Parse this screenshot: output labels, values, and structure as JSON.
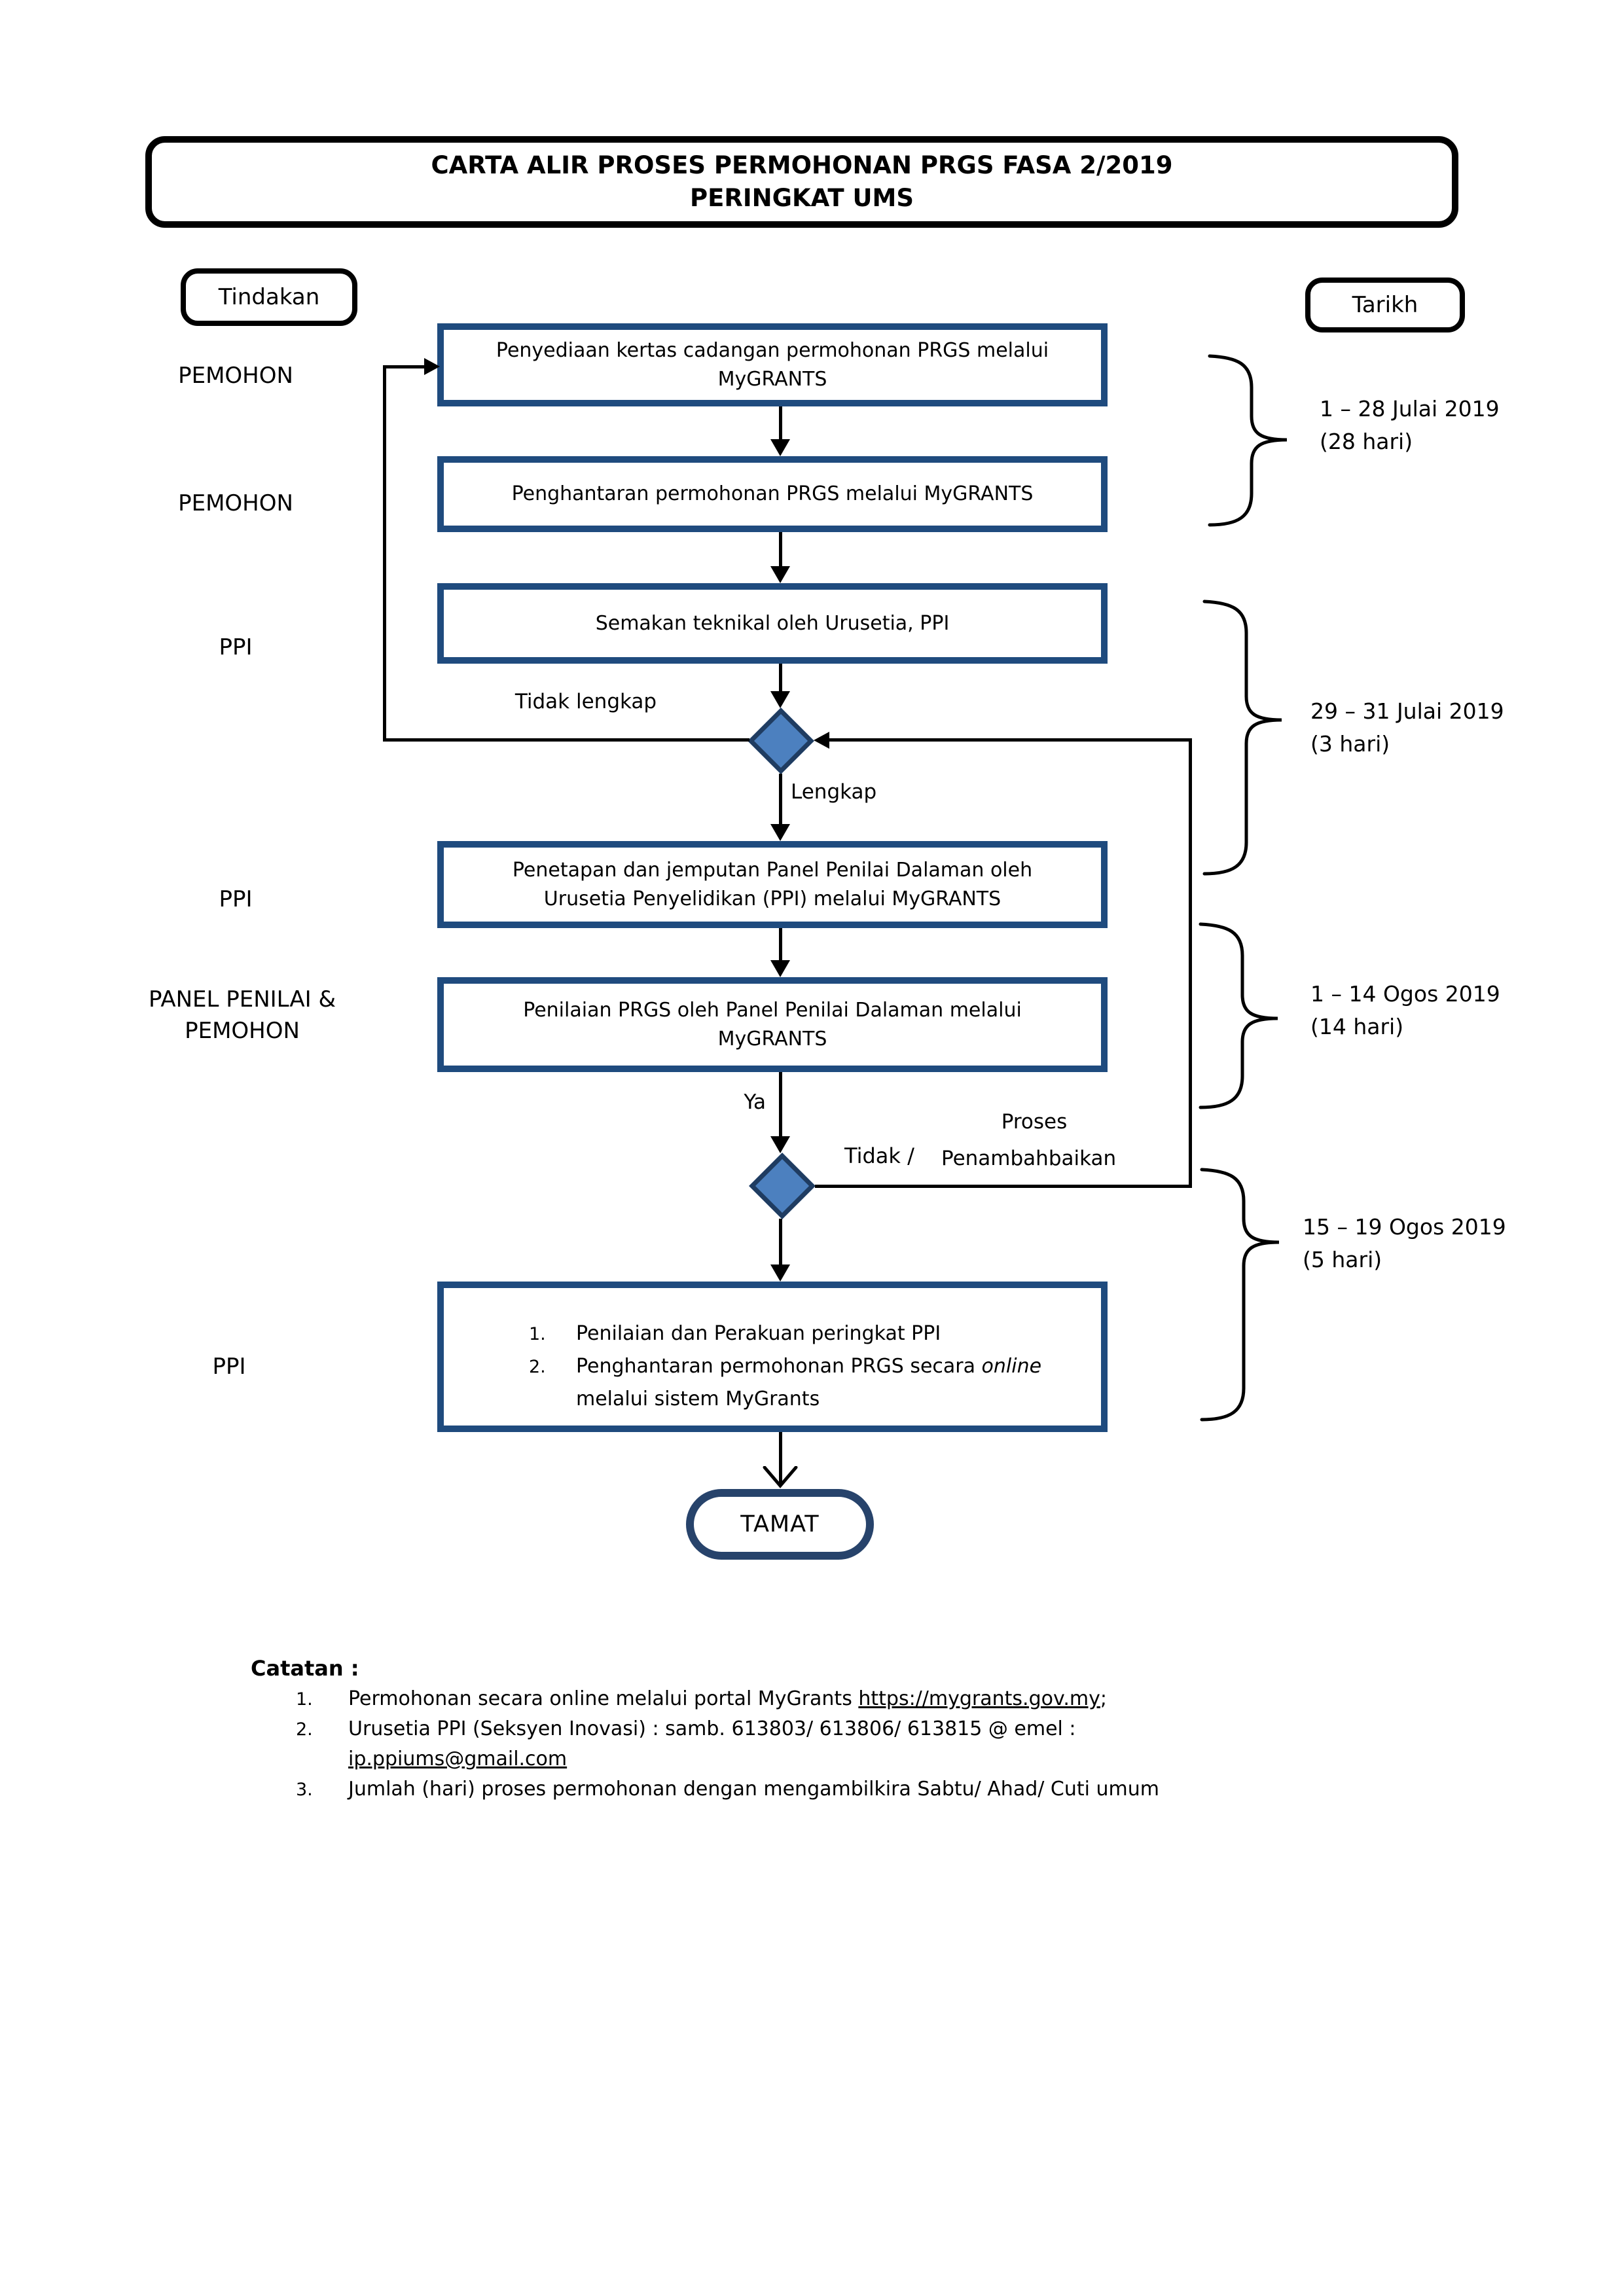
{
  "title": {
    "line1": "CARTA ALIR PROSES PERMOHONAN PRGS FASA 2/2019",
    "line2": "PERINGKAT UMS"
  },
  "column_headers": {
    "action": "Tindakan",
    "date": "Tarikh"
  },
  "actors": {
    "step1": "PEMOHON",
    "step2": "PEMOHON",
    "step3": "PPI",
    "step4": "PPI",
    "step5_line1": "PANEL PENILAI &",
    "step5_line2": "PEMOHON",
    "step6": "PPI"
  },
  "steps": {
    "step1": {
      "line1": "Penyediaan kertas cadangan permohonan PRGS melalui",
      "line2": "MyGRANTS"
    },
    "step2": {
      "line1": "Penghantaran permohonan PRGS melalui MyGRANTS"
    },
    "step3": {
      "line1": "Semakan teknikal oleh Urusetia, PPI"
    },
    "step4": {
      "line1": "Penetapan dan jemputan Panel Penilai Dalaman oleh",
      "line2": "Urusetia Penyelidikan (PPI) melalui MyGRANTS"
    },
    "step5": {
      "line1": "Penilaian PRGS oleh Panel Penilai Dalaman melalui",
      "line2": "MyGRANTS"
    },
    "step6": {
      "item1_num": "1.",
      "item1": "Penilaian dan Perakuan peringkat PPI",
      "item2_num": "2.",
      "item2_pre": "Penghantaran permohonan PRGS secara ",
      "item2_italic": "online",
      "item2_line2": "melalui sistem MyGrants"
    }
  },
  "decision_labels": {
    "incomplete": "Tidak lengkap",
    "complete": "Lengkap",
    "yes": "Ya",
    "no": "Tidak /",
    "process_line1": "Proses",
    "process_line2": "Penambahbaikan"
  },
  "terminator": "TAMAT",
  "timeline": [
    {
      "range": "1 – 28 Julai 2019",
      "duration": "(28 hari)"
    },
    {
      "range": "29 – 31 Julai 2019",
      "duration": "(3 hari)"
    },
    {
      "range": "1 – 14 Ogos 2019",
      "duration": "(14 hari)"
    },
    {
      "range": "15 – 19 Ogos 2019",
      "duration": "(5 hari)"
    }
  ],
  "notes": {
    "heading": "Catatan :",
    "item1_num": "1.",
    "item1_pre": "Permohonan secara online melalui portal MyGrants ",
    "item1_link": "https://mygrants.gov.my",
    "item1_post": ";",
    "item2_num": "2.",
    "item2_text": "Urusetia PPI (Seksyen Inovasi) : samb. 613803/ 613806/ 613815 @ emel :",
    "item2_email": "ip.ppiums@gmail.com",
    "item3_num": "3.",
    "item3_text": "Jumlah (hari) proses permohonan dengan mengambilkira Sabtu/ Ahad/ Cuti umum"
  },
  "colors": {
    "box_border": "#1F4B7E",
    "diamond_fill": "#4C80BF",
    "diamond_border": "#1F3C61",
    "terminator_border": "#27436B",
    "line": "#000000"
  }
}
